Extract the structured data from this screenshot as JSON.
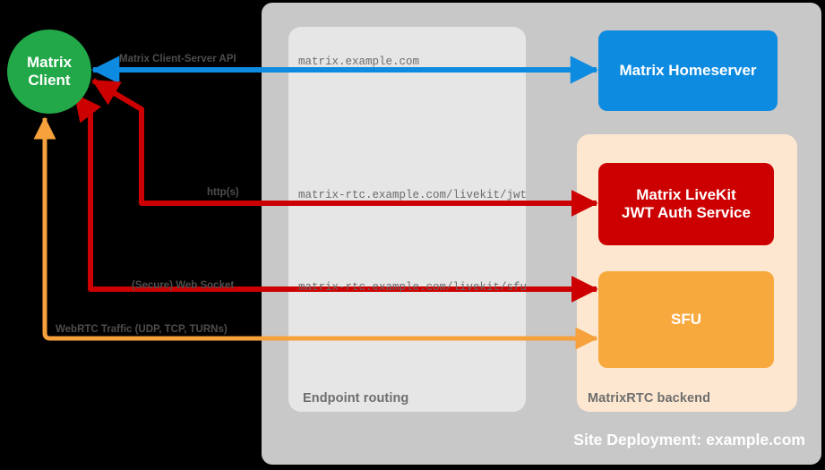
{
  "diagram": {
    "title": "Site Deployment: example.com",
    "colors": {
      "client": "#22a848",
      "homeserver": "#0d8be0",
      "jwt": "#cc0000",
      "sfu": "#f8a93e",
      "site_container": "#c8c8c8",
      "endpoint_panel": "#e6e6e6",
      "rtc_panel": "#fde7d0",
      "background": "#000000"
    },
    "panels": [
      {
        "id": "endpoint",
        "label": "Endpoint routing"
      },
      {
        "id": "matrixrtc",
        "label": "MatrixRTC backend"
      }
    ],
    "nodes": [
      {
        "id": "client",
        "label": "Matrix\nClient",
        "line1": "Matrix",
        "line2": "Client",
        "shape": "circle"
      },
      {
        "id": "homeserver",
        "label": "Matrix Homeserver",
        "shape": "rounded-rect"
      },
      {
        "id": "jwt",
        "line1": "Matrix LiveKit",
        "line2": "JWT Auth Service",
        "shape": "rounded-rect"
      },
      {
        "id": "sfu",
        "label": "SFU",
        "shape": "rounded-rect"
      }
    ],
    "connections": [
      {
        "id": "cs-api",
        "protocol_label": "Matrix Client-Server API",
        "endpoint": "matrix.example.com",
        "color": "#0d8be0",
        "from": "client",
        "to": "homeserver",
        "direction": "bidirectional"
      },
      {
        "id": "livekit-jwt",
        "protocol_label": "http(s)",
        "endpoint": "matrix-rtc.example.com/livekit/jwt",
        "color": "#cc0000",
        "from": "client",
        "to": "jwt",
        "direction": "bidirectional"
      },
      {
        "id": "livekit-sfu",
        "protocol_label": "(Secure) Web Socket",
        "endpoint": "matrix-rtc.example.com/livekit/sfu",
        "color": "#cc0000",
        "from": "client",
        "to": "sfu",
        "direction": "bidirectional"
      },
      {
        "id": "webrtc",
        "protocol_label": "WebRTC Traffic (UDP, TCP, TURNs)",
        "endpoint": "",
        "color": "#f6a13c",
        "from": "client",
        "to": "sfu",
        "direction": "bidirectional"
      }
    ]
  }
}
